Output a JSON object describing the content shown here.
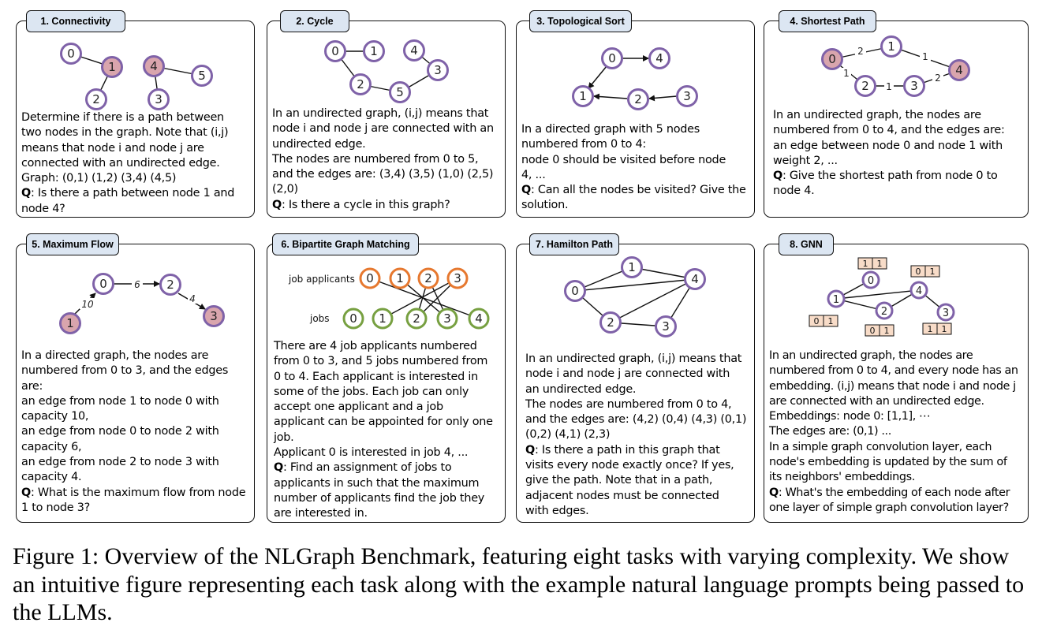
{
  "panels": [
    {
      "tab": "1. Connectivity",
      "nodes": [
        "0",
        "1",
        "4",
        "5",
        "2",
        "3"
      ],
      "lines": [
        "Determine if there is a path between",
        "two nodes in the graph. Note that (i,j)",
        "means that node i and node j are",
        "connected with an undirected edge.",
        "Graph: (0,1) (1,2) (3,4) (4,5)"
      ],
      "q_label": "Q",
      "q_lines": [
        ": Is there a path between node 1 and",
        "node 4?"
      ]
    },
    {
      "tab": "2. Cycle",
      "nodes": [
        "0",
        "1",
        "4",
        "3",
        "2",
        "5"
      ],
      "lines": [
        "In an undirected graph, (i,j) means that",
        "node i and node j are connected with an",
        "undirected edge.",
        "The nodes are numbered from 0 to 5,",
        "and the edges are: (3,4) (3,5) (1,0) (2,5)",
        "(2,0)"
      ],
      "q_label": "Q",
      "q_lines": [
        ": Is there a cycle in this graph?"
      ]
    },
    {
      "tab": "3. Topological Sort",
      "nodes": [
        "0",
        "4",
        "1",
        "2",
        "3"
      ],
      "lines": [
        "In a directed graph with 5 nodes",
        "numbered from 0 to 4:",
        "node 0 should be visited before node",
        "4, ..."
      ],
      "q_label": "Q",
      "q_lines": [
        ": Can all the nodes be visited? Give the",
        "solution."
      ]
    },
    {
      "tab": "4. Shortest Path",
      "nodes": [
        "0",
        "1",
        "4",
        "2",
        "3"
      ],
      "edge_labels": [
        "2",
        "1",
        "1",
        "1",
        "2"
      ],
      "lines": [
        "In an undirected graph, the nodes are",
        "numbered from 0 to 4, and the edges are:",
        "an edge between node 0 and node 1 with",
        "weight 2, ..."
      ],
      "q_label": "Q",
      "q_lines": [
        ": Give the shortest path from node 0 to",
        "node 4."
      ]
    },
    {
      "tab": "5. Maximum Flow",
      "nodes": [
        "0",
        "2",
        "1",
        "3"
      ],
      "edge_labels": [
        "6",
        "4",
        "10"
      ],
      "lines": [
        "In a directed graph, the nodes are",
        "numbered from 0 to 3, and the edges",
        "are:",
        "an edge from node 1 to node 0 with",
        "capacity 10,",
        "an edge from node 0 to node 2 with",
        "capacity 6,",
        "an edge from node 2 to node 3 with",
        "capacity 4."
      ],
      "q_label": "Q",
      "q_lines": [
        ": What is the maximum flow from node",
        "1 to node 3?"
      ]
    },
    {
      "tab": "6. Bipartite Graph Matching",
      "row_labels": [
        "job applicants",
        "jobs"
      ],
      "applicants": [
        "0",
        "1",
        "2",
        "3"
      ],
      "jobs": [
        "0",
        "1",
        "2",
        "3",
        "4"
      ],
      "lines": [
        "There are 4 job applicants numbered",
        "from 0 to 3, and 5 jobs numbered from",
        "0 to 4. Each applicant is interested in",
        "some of the jobs. Each job can only",
        "accept one applicant and a job",
        "applicant can be appointed for only one",
        "job.",
        "Applicant 0 is interested in job 4, ..."
      ],
      "q_label": "Q",
      "q_lines": [
        ": Find an assignment of jobs to",
        "applicants in such that the maximum",
        "number of applicants find the job they",
        "are interested in."
      ]
    },
    {
      "tab": "7. Hamilton Path",
      "nodes": [
        "1",
        "0",
        "4",
        "2",
        "3"
      ],
      "lines": [
        "In an undirected graph, (i,j) means that",
        "node i and node j are connected with",
        "an undirected edge.",
        "The nodes are numbered from 0 to 4,",
        "and the edges are: (4,2) (0,4) (4,3) (0,1)",
        "(0,2) (4,1) (2,3)"
      ],
      "q_label": "Q",
      "q_lines": [
        ": Is there a path in this graph that",
        "visits every node exactly once? If yes,",
        "give the path. Note that in a path,",
        "adjacent nodes must be connected",
        "with edges."
      ]
    },
    {
      "tab": "8. GNN",
      "nodes": [
        "0",
        "1",
        "2",
        "4",
        "3"
      ],
      "embeddings": [
        [
          "1",
          "1"
        ],
        [
          "0",
          "1"
        ],
        [
          "0",
          "1"
        ],
        [
          "0",
          "1"
        ],
        [
          "1",
          "1"
        ]
      ],
      "lines": [
        "In an undirected graph, the nodes are",
        "numbered from 0 to 4, and every node has an",
        "embedding. (i,j) means that node i and node j",
        "are connected with an undirected edge.",
        "Embeddings: node 0: [1,1], ⋯",
        "The edges are: (0,1) ...",
        "In a simple graph convolution layer, each",
        "node's embedding is updated by the sum of",
        "its neighbors' embeddings."
      ],
      "q_label": "Q",
      "q_lines": [
        ": What's the embedding of each node after",
        "one layer of simple graph convolution layer?"
      ]
    }
  ],
  "caption": "Figure 1: Overview of the NLGraph Benchmark, featuring eight tasks with varying complexity. We show an intuitive figure representing each task along with the example natural language prompts being passed to the LLMs.",
  "colors": {
    "node_stroke": "#7f62a8",
    "node_pink": "#d9a5ad",
    "orange": "#e6782f",
    "green": "#77a041",
    "tab_bg": "#dce6f2",
    "emb_bg": "#f8dcc8"
  }
}
